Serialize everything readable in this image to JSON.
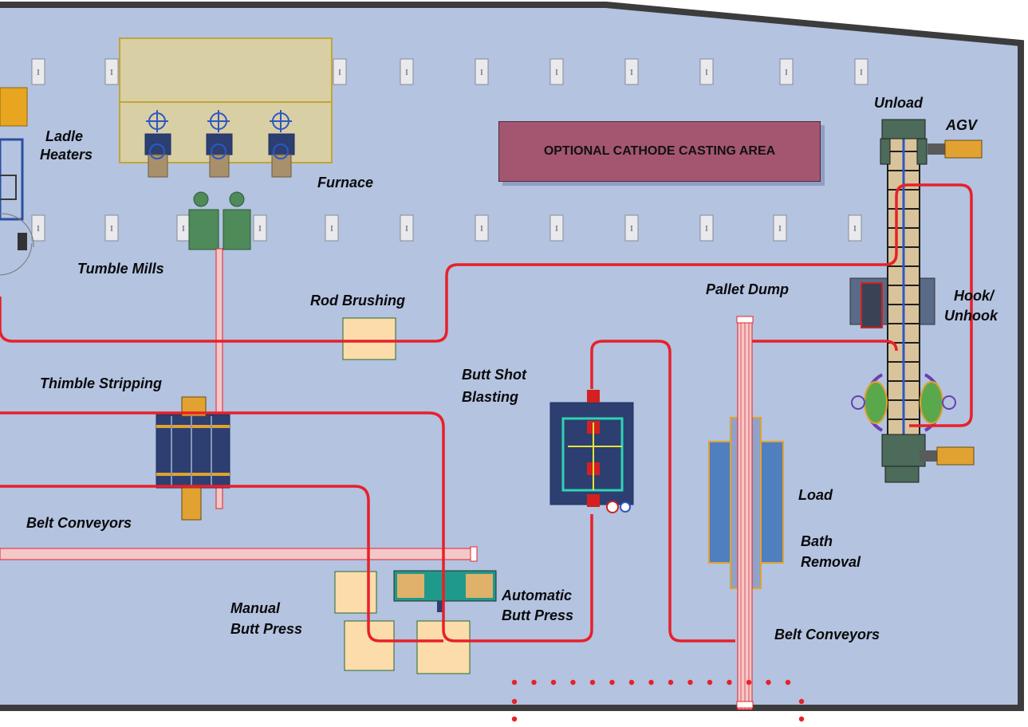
{
  "diagram": {
    "banner": "OPTIONAL CATHODE CASTING AREA",
    "labels": {
      "ladle_heaters_1": "Ladle",
      "ladle_heaters_2": "Heaters",
      "furnace": "Furnace",
      "tumble_mills": "Tumble Mills",
      "rod_brushing": "Rod Brushing",
      "thimble_stripping": "Thimble Stripping",
      "butt_shot_blasting_1": "Butt Shot",
      "butt_shot_blasting_2": "Blasting",
      "belt_conveyors_left": "Belt Conveyors",
      "manual_butt_press_1": "Manual",
      "manual_butt_press_2": "Butt Press",
      "automatic_butt_press_1": "Automatic",
      "automatic_butt_press_2": "Butt Press",
      "pallet_dump": "Pallet Dump",
      "unload": "Unload",
      "agv": "AGV",
      "hook_unhook_1": "Hook/",
      "hook_unhook_2": "Unhook",
      "load": "Load",
      "bath_removal_1": "Bath",
      "bath_removal_2": "Removal",
      "belt_conveyors_right": "Belt Conveyors"
    },
    "pillar_glyph": "I",
    "colors": {
      "floor": "#b3c3e0",
      "wall": "#3c3c3c",
      "path": "#e8202a",
      "banner": "#a45670",
      "equipment_tan": "#fbdcaa",
      "furnace_tan": "#d9cfa4",
      "mill_green": "#4e8a5a",
      "bath_blue": "#4f7fbf"
    }
  }
}
